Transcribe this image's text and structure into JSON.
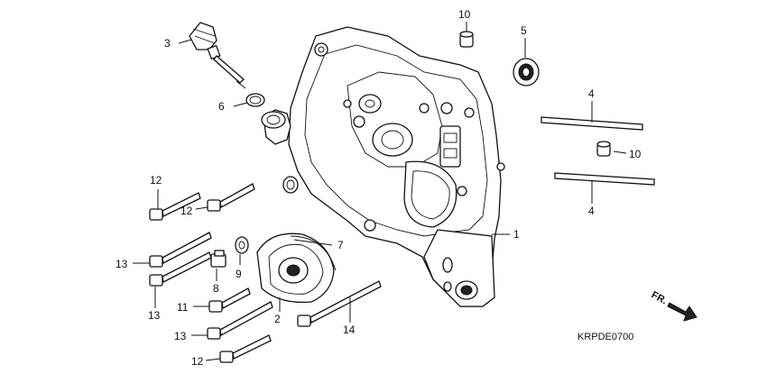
{
  "diagram_code": "KRPDE0700",
  "direction_label": "FR.",
  "callouts": {
    "c1": "1",
    "c2": "2",
    "c3": "3",
    "c4a": "4",
    "c4b": "4",
    "c5": "5",
    "c6": "6",
    "c7": "7",
    "c8": "8",
    "c9": "9",
    "c10a": "10",
    "c10b": "10",
    "c11": "11",
    "c12a": "12",
    "c12b": "12",
    "c12c": "12",
    "c13a": "13",
    "c13b": "13",
    "c13c": "13",
    "c14": "14"
  }
}
